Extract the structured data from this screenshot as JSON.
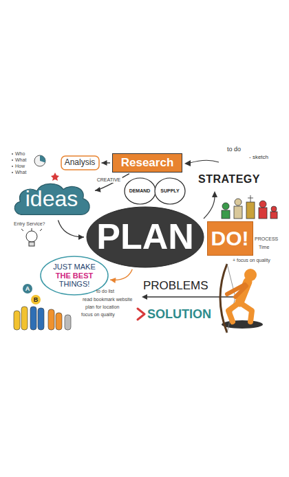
{
  "diagram": {
    "nodes": [
      {
        "text": [
          "Analysis"
        ]
      },
      {
        "text": [
          "Research"
        ]
      },
      {
        "text": [
          "ideas"
        ]
      },
      {
        "text": [
          "DEMAND"
        ]
      },
      {
        "text": [
          "SUPPLY"
        ]
      },
      {
        "text": [
          "PLAN"
        ]
      },
      {
        "text": [
          "DO!"
        ]
      },
      {
        "text": [
          "JUST MAKE",
          "THE BEST",
          "THINGS!"
        ]
      }
    ],
    "edges": [
      {
        "from": 1,
        "to": 0,
        "arrow": "to"
      },
      {
        "from": 1,
        "to": 2,
        "label": "CREATIVE",
        "arrow": "to"
      },
      {
        "from": 2,
        "to": 5,
        "arrow": "to"
      },
      {
        "from": 5,
        "to": 7,
        "arrow": "to"
      }
    ],
    "labels": [
      "to do",
      "- sketch",
      "Who",
      "What",
      "How",
      "What",
      "STRATEGY",
      "Entry Service?",
      "PROCESS",
      "Time",
      "+ focus on quality",
      "PROBLEMS",
      "to do list",
      "read bookmark website",
      "plan for location",
      "focus on quality",
      "SOLUTION",
      "A",
      "B"
    ]
  }
}
